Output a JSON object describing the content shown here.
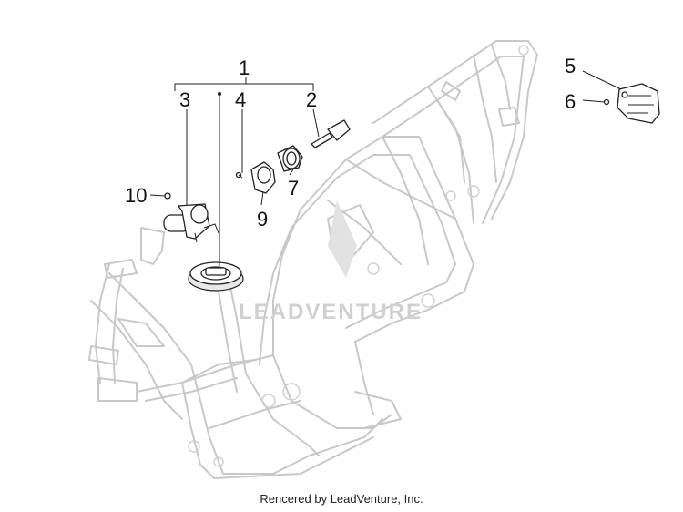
{
  "callouts": [
    {
      "id": "1",
      "label": "1"
    },
    {
      "id": "2",
      "label": "2"
    },
    {
      "id": "3",
      "label": "3"
    },
    {
      "id": "4",
      "label": "4"
    },
    {
      "id": "5",
      "label": "5"
    },
    {
      "id": "6",
      "label": "6"
    },
    {
      "id": "7",
      "label": "7"
    },
    {
      "id": "9",
      "label": "9"
    },
    {
      "id": "10",
      "label": "10"
    }
  ],
  "watermark": "LEADVENTURE",
  "footer": "Rencered by LeadVenture, Inc."
}
